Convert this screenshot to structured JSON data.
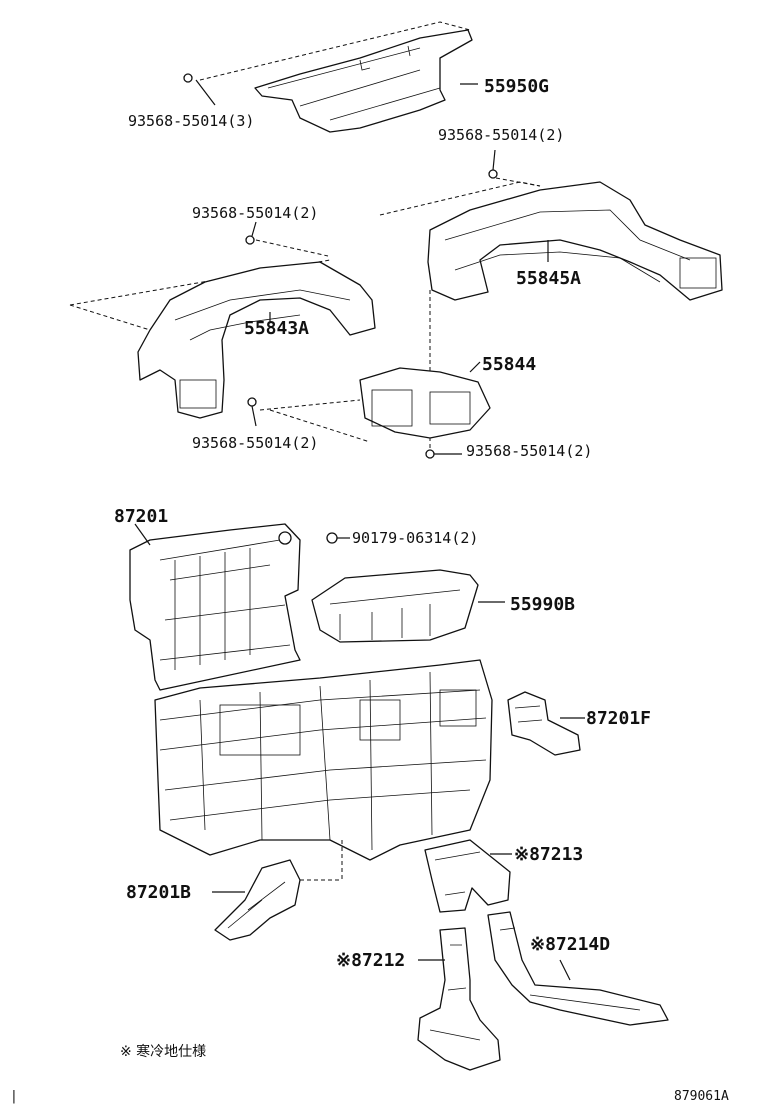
{
  "labels": {
    "p55950g": "55950G",
    "p93568_top_left": "93568-55014(3)",
    "p93568_top_right": "93568-55014(2)",
    "p93568_mid_left": "93568-55014(2)",
    "p55845a": "55845A",
    "p55843a": "55843A",
    "p55844": "55844",
    "p93568_low_left": "93568-55014(2)",
    "p93568_low_right": "93568-55014(2)",
    "p87201": "87201",
    "p90179": "90179-06314(2)",
    "p55990b": "55990B",
    "p87201f": "87201F",
    "p87213": "※87213",
    "p87201b": "87201B",
    "p87214d": "※87214D",
    "p87212": "※87212"
  },
  "footnote": "※ 寒冷地仕様",
  "drawing_id": "879061A",
  "corner_mark": "|"
}
